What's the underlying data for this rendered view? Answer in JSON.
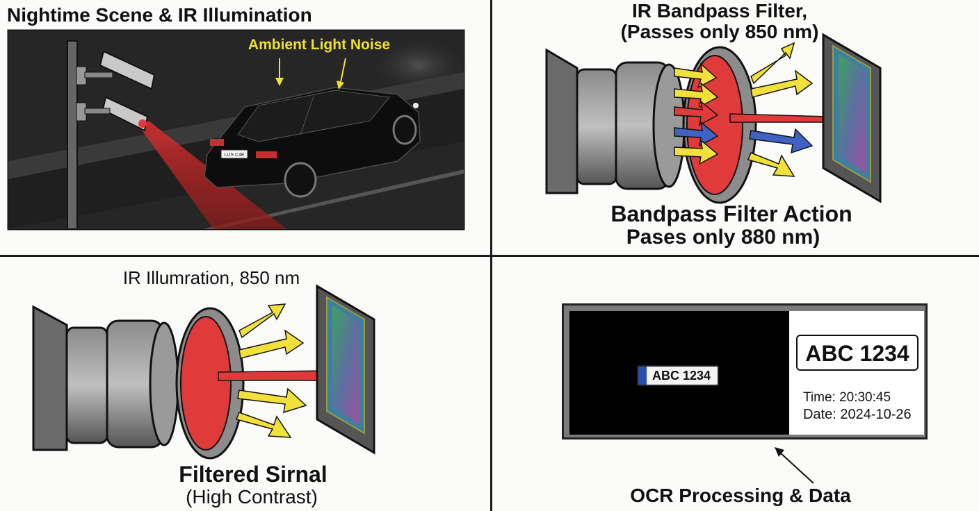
{
  "panels": {
    "scene": {
      "title": "Nightime Scene & IR Illumination",
      "annotation": "Ambient Light Noise",
      "car_plate_text": "LUS C4E"
    },
    "filter": {
      "title_line1": "IR Bandpass Filter,",
      "title_line2": "(Passes only 850 nm)",
      "caption_line1": "Bandpass Filter Action",
      "caption_line2": "Pases only 880 nm)"
    },
    "illumination": {
      "title": "IR Illumration, 850 nm",
      "caption_line1": "Filtered Sirnal",
      "caption_line2": "(High Contrast)"
    },
    "ocr": {
      "plate_small": "ABC 1234",
      "plate_large": "ABC 1234",
      "time_label": "Time: 20:30:45",
      "date_label": "Date: 2024-10-26",
      "caption": "OCR Processing & Data"
    }
  },
  "colors": {
    "ir_red": "#e03a3a",
    "light_yellow": "#f2e13a",
    "light_blue": "#3f62c4",
    "annotation_yellow": "#f0e030",
    "scene_bg": "#2a2a2a"
  }
}
